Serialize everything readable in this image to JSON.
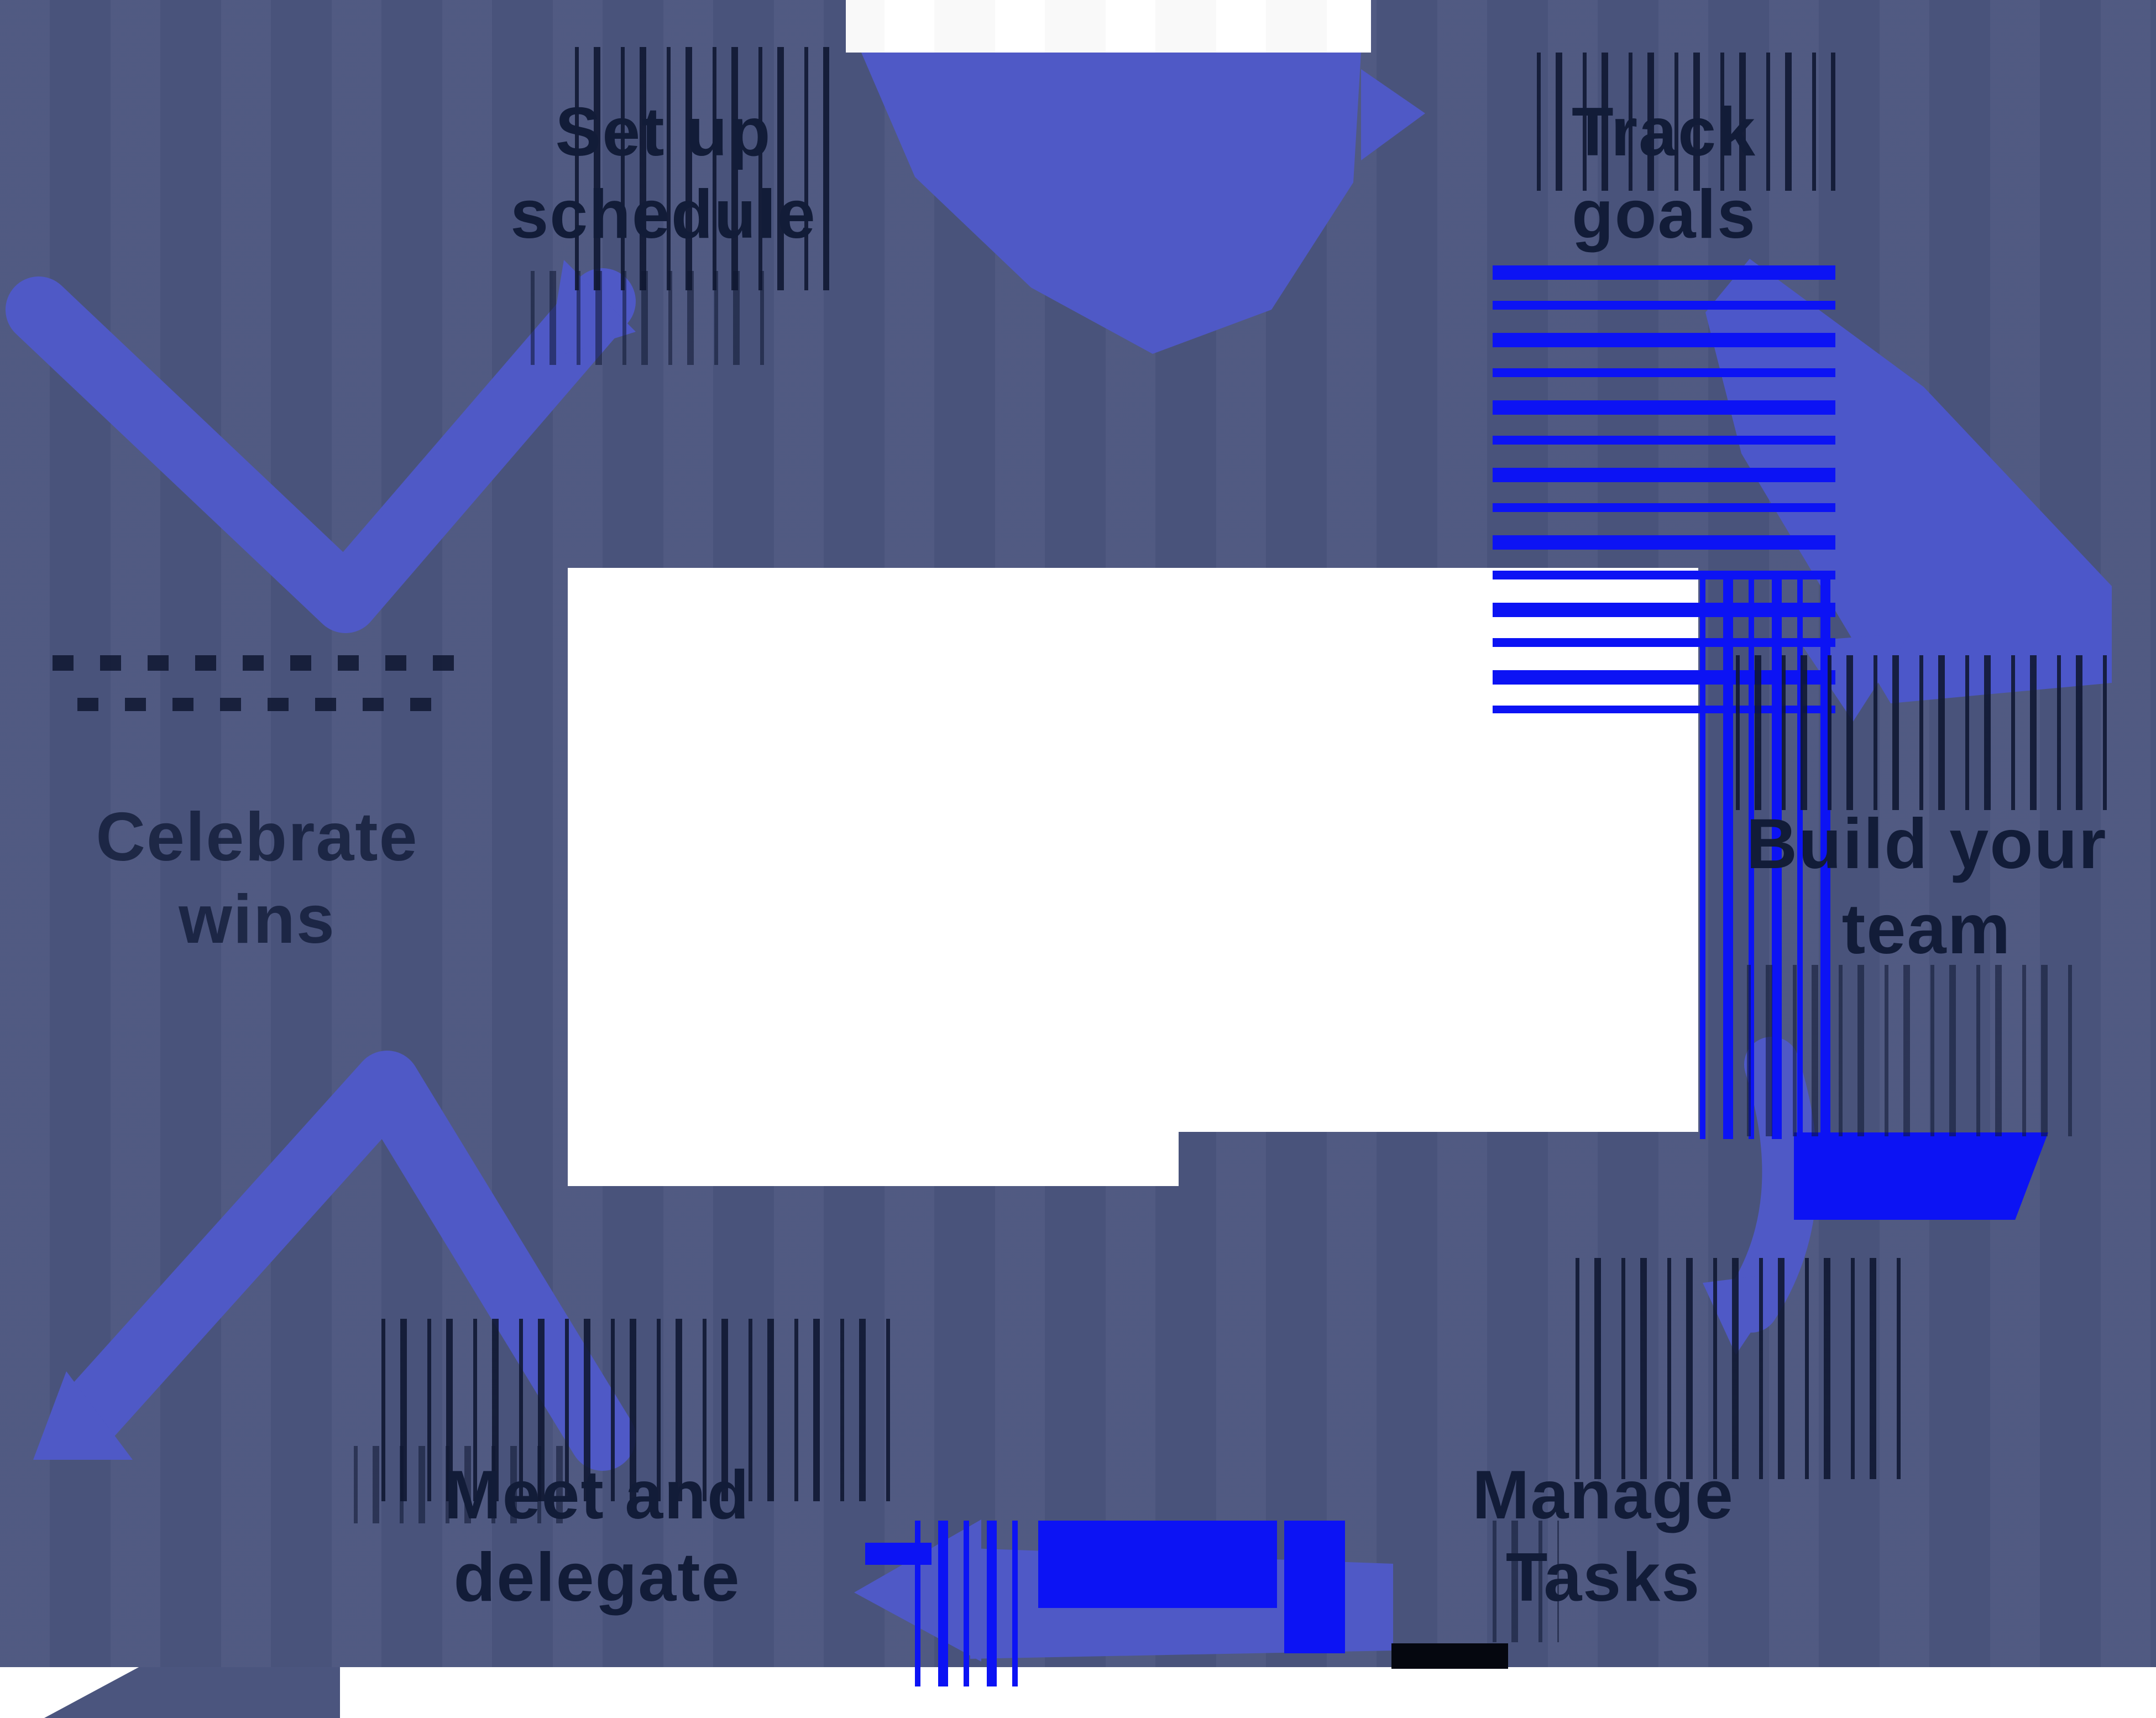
{
  "diagram": {
    "type": "cycle",
    "description": "Six-step circular team workflow diagram (glitch-corrupted screenshot)",
    "colors": {
      "background": "#4b557e",
      "arrow_indigo": "#4f59c6",
      "glitch_blue": "#0c13f4",
      "label_navy": "#121c38",
      "center_panel": "#ffffff"
    },
    "center_panel": {
      "text": ""
    },
    "nodes": [
      {
        "id": "top-left",
        "line1": "Set up",
        "line2": "schedule"
      },
      {
        "id": "top-right",
        "line1": "Track",
        "line2": "goals"
      },
      {
        "id": "right",
        "line1": "Build your",
        "line2": "team"
      },
      {
        "id": "bottom-right",
        "line1": "Manage",
        "line2": "Tasks"
      },
      {
        "id": "bottom-left",
        "line1": "Meet and",
        "line2": "delegate"
      },
      {
        "id": "left",
        "line1": "Celebrate",
        "line2": "wins"
      }
    ],
    "flow_order": [
      "top-left",
      "top-right",
      "right",
      "bottom-right",
      "bottom-left",
      "left"
    ],
    "arrows": [
      {
        "id": "arrow-top",
        "direction": "right"
      },
      {
        "id": "arrow-top-right",
        "direction": "down"
      },
      {
        "id": "arrow-right-lower",
        "direction": "down-left"
      },
      {
        "id": "arrow-bottom",
        "direction": "left"
      },
      {
        "id": "arrow-bottom-left",
        "direction": "up-left"
      },
      {
        "id": "arrow-left-top",
        "direction": "up-right"
      }
    ]
  }
}
